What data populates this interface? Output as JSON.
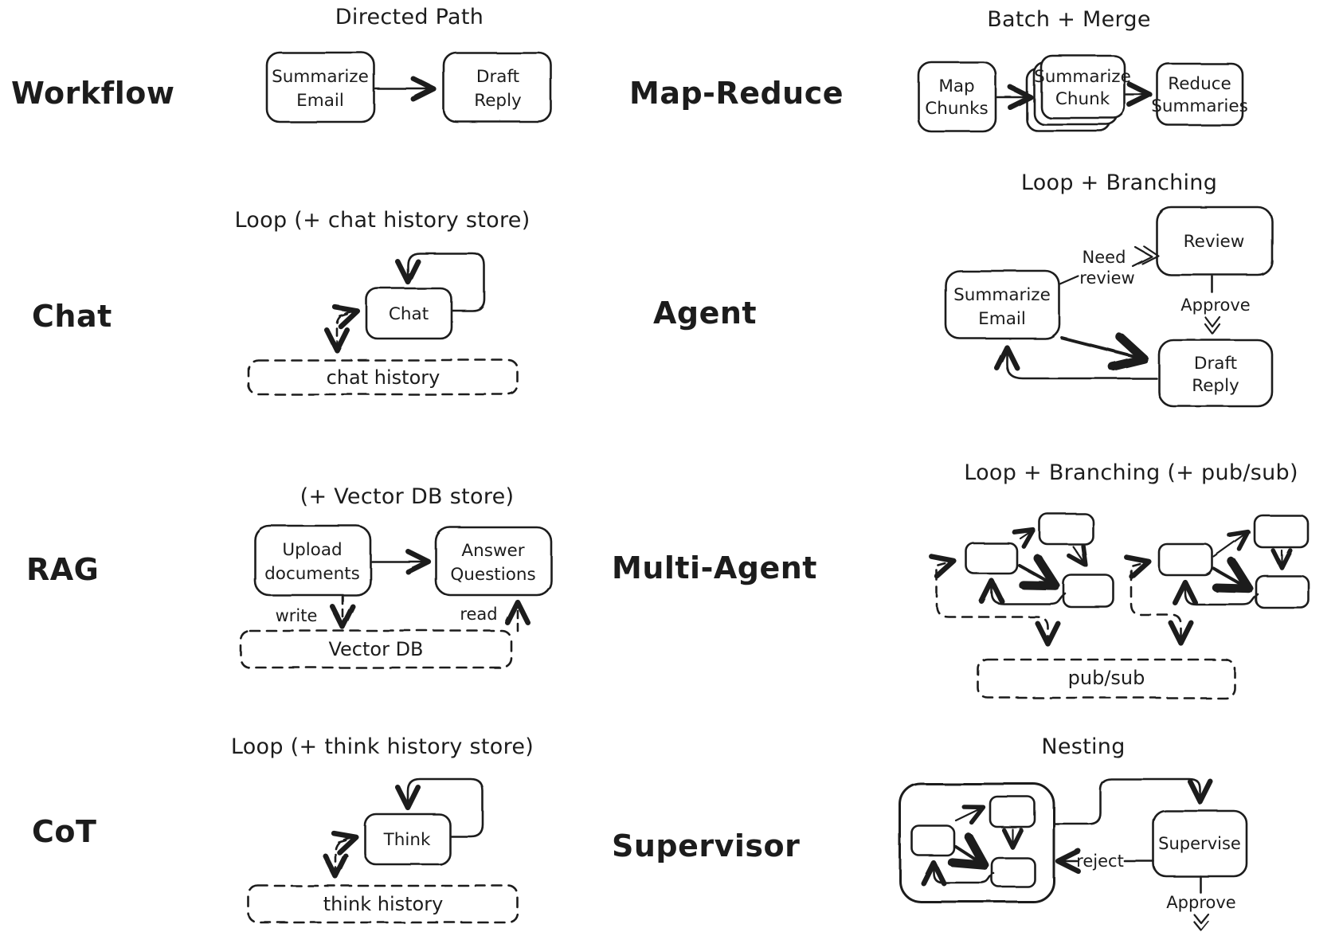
{
  "colors": {
    "ink": "#1c1c1c",
    "background": "#ffffff"
  },
  "sections": {
    "workflow": {
      "label": "Workflow",
      "title": "Directed Path",
      "node_summarize_line1": "Summarize",
      "node_summarize_line2": "Email",
      "node_draft_line1": "Draft",
      "node_draft_line2": "Reply"
    },
    "map_reduce": {
      "label": "Map-Reduce",
      "title": "Batch + Merge",
      "node_map_line1": "Map",
      "node_map_line2": "Chunks",
      "node_chunk_line1": "Summarize",
      "node_chunk_line2": "Chunk",
      "node_reduce_line1": "Reduce",
      "node_reduce_line2": "Summaries"
    },
    "chat": {
      "label": "Chat",
      "title": "Loop (+ chat history store)",
      "node_chat": "Chat",
      "store": "chat history"
    },
    "agent": {
      "label": "Agent",
      "title": "Loop + Branching",
      "node_summarize_line1": "Summarize",
      "node_summarize_line2": "Email",
      "node_review": "Review",
      "node_draft_line1": "Draft",
      "node_draft_line2": "Reply",
      "edge_need_line1": "Need",
      "edge_need_line2": "review",
      "edge_approve": "Approve"
    },
    "rag": {
      "label": "RAG",
      "title": "(+ Vector DB store)",
      "node_upload_line1": "Upload",
      "node_upload_line2": "documents",
      "node_answer_line1": "Answer",
      "node_answer_line2": "Questions",
      "edge_write": "write",
      "edge_read": "read",
      "store": "Vector DB"
    },
    "multi_agent": {
      "label": "Multi-Agent",
      "title": "Loop + Branching (+ pub/sub)",
      "store": "pub/sub"
    },
    "cot": {
      "label": "CoT",
      "title": "Loop (+ think history store)",
      "node_think": "Think",
      "store": "think history"
    },
    "supervisor": {
      "label": "Supervisor",
      "title": "Nesting",
      "node_supervise": "Supervise",
      "edge_reject": "reject",
      "edge_approve": "Approve"
    }
  }
}
